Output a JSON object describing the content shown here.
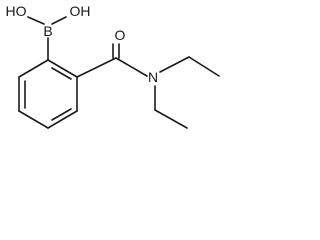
{
  "molecule": {
    "atoms": {
      "oh_left": "HO",
      "oh_right": "OH",
      "boron": "B",
      "oxygen": "O",
      "nitrogen": "N"
    }
  }
}
